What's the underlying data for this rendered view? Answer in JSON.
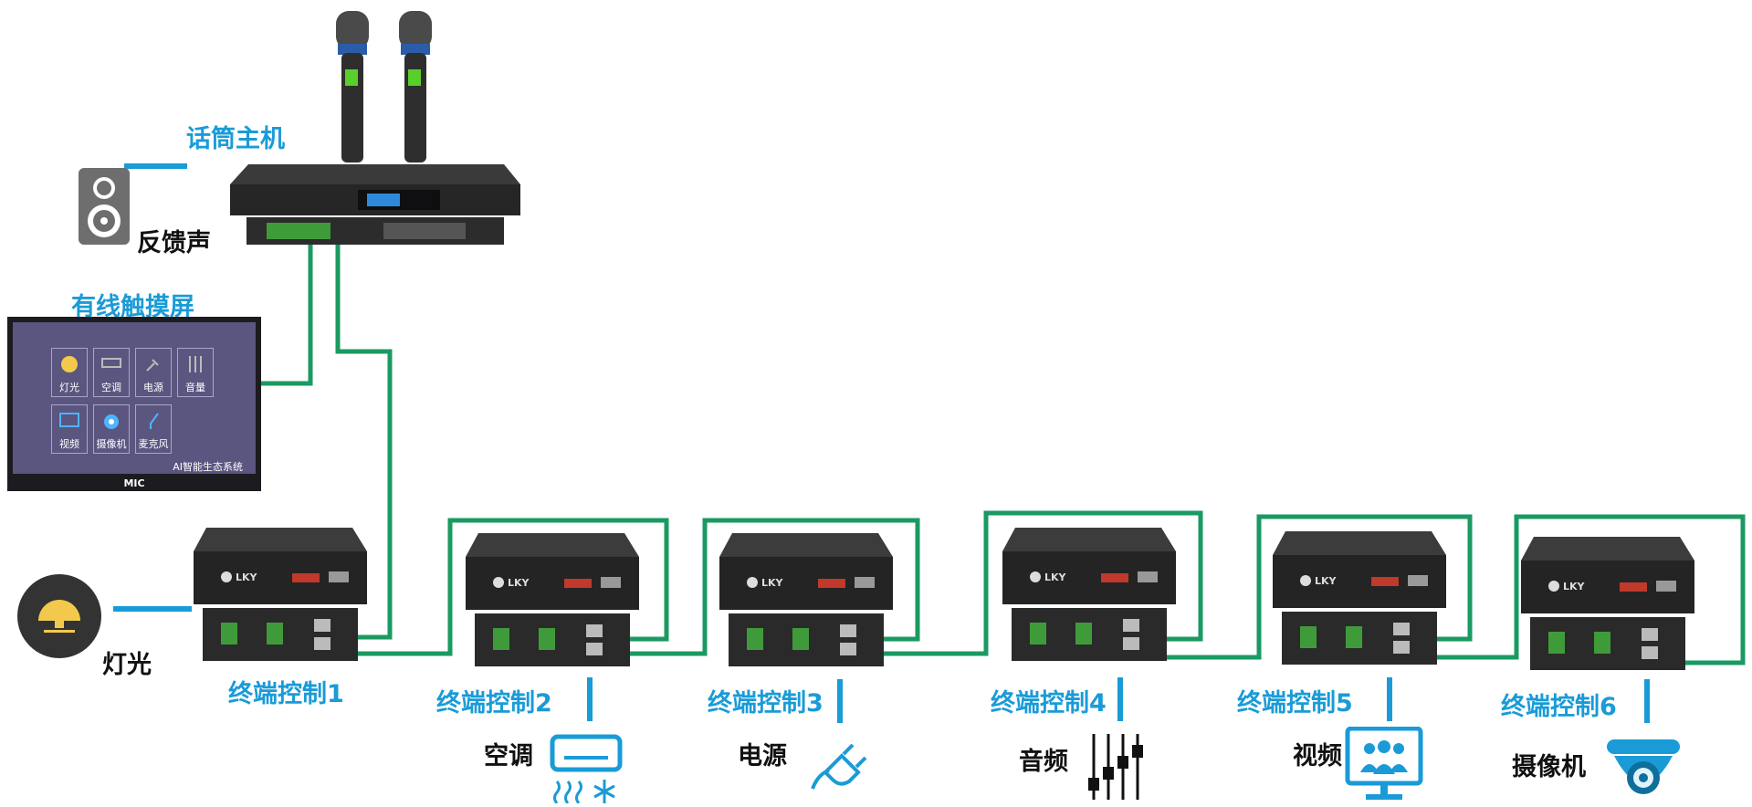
{
  "labels": {
    "mic_host": "话筒主机",
    "feedback": "反馈声",
    "touch_screen": "有线触摸屏",
    "light": "灯光",
    "aircon": "空调",
    "power": "电源",
    "audio": "音频",
    "video": "视频",
    "camera": "摄像机"
  },
  "terminals": [
    "终端控制1",
    "终端控制2",
    "终端控制3",
    "终端控制4",
    "终端控制5",
    "终端控制6"
  ],
  "touch_screen": {
    "tiles": [
      "灯光",
      "空调",
      "电源",
      "音量",
      "视频",
      "摄像机",
      "麦克风"
    ],
    "footer": "AI智能生态系统",
    "brand": "MIC"
  },
  "device_brand": "LKY",
  "colors": {
    "link_green": "#1a9a62",
    "accent_blue": "#1a9bd7",
    "device_dark": "#2b2b2b"
  }
}
